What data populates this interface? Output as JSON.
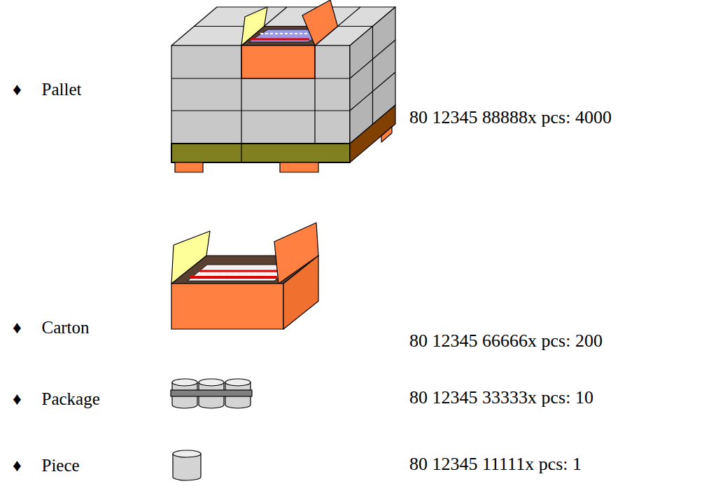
{
  "diagram": {
    "labels": [
      "♦ Pallet",
      "80 12345 88888x pcs: 4000",
      "♦ Carton",
      "80 12345 66666x pcs: 200",
      "♦ Package",
      "80 12345 33333x pcs: 10",
      "♦ Piece",
      "80 12345 11111x pcs: 1"
    ]
  }
}
